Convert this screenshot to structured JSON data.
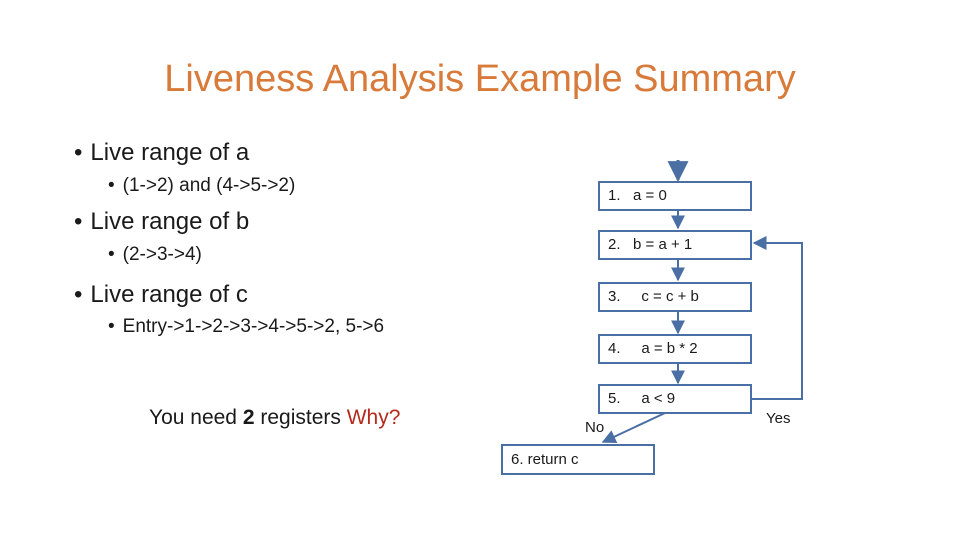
{
  "title": "Liveness Analysis Example Summary",
  "bullets": [
    {
      "text": "Live range of a",
      "sub": "(1->2) and (4->5->2)"
    },
    {
      "text": "Live range of b",
      "sub": "(2->3->4)"
    },
    {
      "text": "Live range of c",
      "sub": "Entry->1->2->3->4->5->2, 5->6"
    }
  ],
  "bullet_symbol": "•",
  "footnote": {
    "part1": "You need ",
    "bold": "2",
    "part2": " registers ",
    "why": "Why?"
  },
  "flow": {
    "nodes": [
      "1.   a = 0",
      "2.   b = a + 1",
      "3.     c = c + b",
      "4.     a = b * 2",
      "5.     a < 9",
      "6. return c"
    ],
    "labels": {
      "no": "No",
      "yes": "Yes"
    }
  },
  "colors": {
    "title": "#D87B3A",
    "accent_red": "#B52A1C",
    "box_border": "#4A6FA5",
    "arrow": "#4A6FA5"
  }
}
